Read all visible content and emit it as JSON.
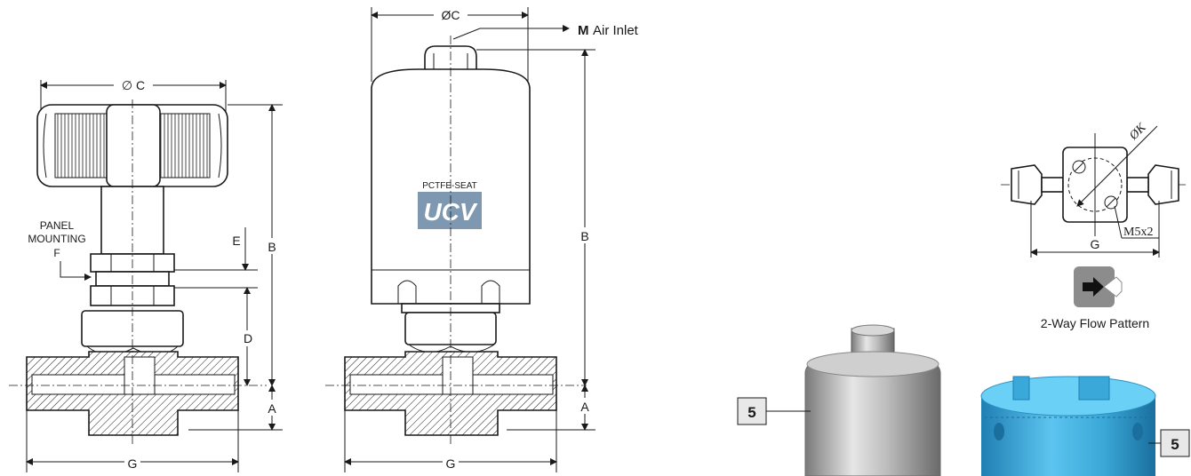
{
  "diagram": {
    "left_valve": {
      "dia_label": "∅ C",
      "panel_label_line1": "PANEL",
      "panel_label_line2": "MOUNTING",
      "panel_label_line3": "F",
      "dim_b": "B",
      "dim_e": "E",
      "dim_d": "D",
      "dim_a": "A",
      "dim_g": "G"
    },
    "center_valve": {
      "dia_label": "ØC",
      "inlet_letter": "M",
      "inlet_text": "Air Inlet",
      "seat_label": "PCTFE-SEAT",
      "logo_text": "UCV",
      "dim_b": "B",
      "dim_a": "A",
      "dim_g": "G"
    },
    "top_view": {
      "dia_k": "ØK",
      "screw_label": "M5x2",
      "dim_g": "G"
    },
    "flow_pattern": {
      "label": "2-Way Flow Pattern"
    },
    "callouts": {
      "left_number": "5",
      "right_number": "5"
    },
    "colors": {
      "logo_blue": "#7d98b0",
      "knob_blue": "#3aa8d8",
      "steel": "#b9b9b9"
    }
  }
}
